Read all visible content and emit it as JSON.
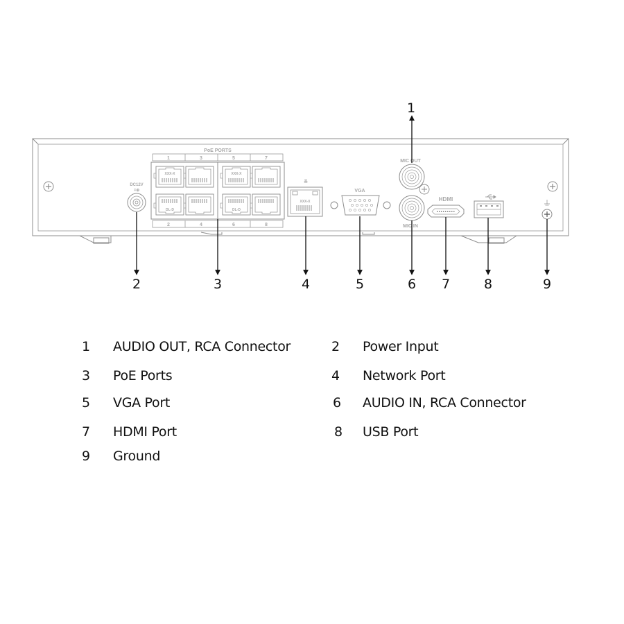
{
  "panel": {
    "poe_header": "PoE PORTS",
    "poe_top_numbers": [
      "1",
      "3",
      "5",
      "7"
    ],
    "poe_bottom_numbers": [
      "2",
      "4",
      "6",
      "8"
    ],
    "poe_port_marks": [
      "XXX-X",
      "XXX-X",
      "DL-D",
      "DL-D"
    ],
    "power_label": "DC12V",
    "network_jack_mark": "XXX-X",
    "vga_label": "VGA",
    "mic_out_label": "MIC OUT",
    "mic_in_label": "MIC IN",
    "hdmi_label": "HDMI",
    "usb_symbol": "usb-icon",
    "ground_symbol": "ground-icon"
  },
  "callouts": [
    "1",
    "2",
    "3",
    "4",
    "5",
    "6",
    "7",
    "8",
    "9"
  ],
  "legend": [
    {
      "num": "1",
      "label": "AUDIO OUT, RCA Connector"
    },
    {
      "num": "2",
      "label": "Power Input"
    },
    {
      "num": "3",
      "label": "PoE Ports"
    },
    {
      "num": "4",
      "label": "Network Port"
    },
    {
      "num": "5",
      "label": "VGA Port"
    },
    {
      "num": "6",
      "label": "AUDIO IN, RCA Connector"
    },
    {
      "num": "7",
      "label": "HDMI Port"
    },
    {
      "num": "8",
      "label": "USB Port"
    },
    {
      "num": "9",
      "label": "Ground"
    }
  ],
  "colors": {
    "line_art": "#8c8c8c",
    "callout": "#111111",
    "panel_text": "#a8a8a8"
  }
}
